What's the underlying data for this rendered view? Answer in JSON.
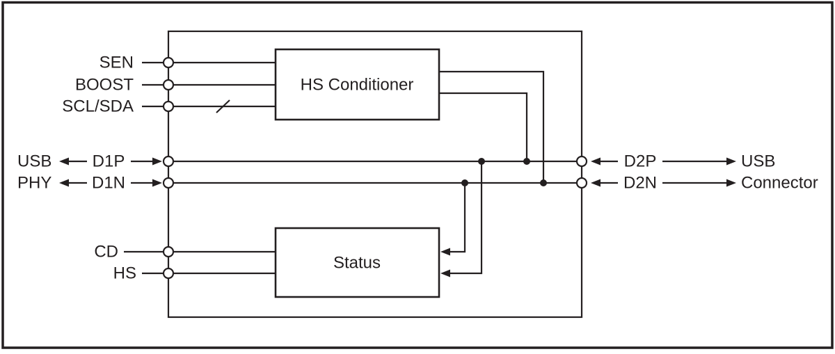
{
  "colors": {
    "line": "#231f20",
    "background": "#ffffff"
  },
  "icons": {
    "pin": "open-circle",
    "junction": "filled-dot",
    "bus_width_marker": "slash",
    "direction_marker": "solid-triangle-arrow"
  },
  "diagram": {
    "blocks": {
      "hs_conditioner": "HS Conditioner",
      "status": "Status"
    },
    "left_pins": {
      "sen": "SEN",
      "boost": "BOOST",
      "scl_sda": "SCL/SDA",
      "d1p": "D1P",
      "d1n": "D1N",
      "cd": "CD",
      "hs": "HS"
    },
    "right_pins": {
      "d2p": "D2P",
      "d2n": "D2N"
    },
    "external_left": {
      "line1": "USB",
      "line2": "PHY"
    },
    "external_right": {
      "line1": "USB",
      "line2": "Connector"
    }
  }
}
